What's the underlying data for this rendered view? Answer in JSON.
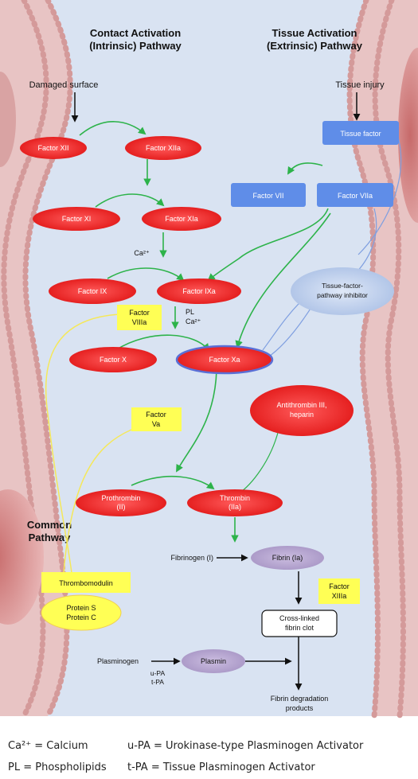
{
  "headers": {
    "intrinsic_line1": "Contact Activation",
    "intrinsic_line2": "(Intrinsic) Pathway",
    "extrinsic_line1": "Tissue Activation",
    "extrinsic_line2": "(Extrinsic) Pathway",
    "common_line1": "Common",
    "common_line2": "Pathway"
  },
  "triggers": {
    "damaged_surface": "Damaged surface",
    "tissue_injury": "Tissue injury"
  },
  "factors": {
    "xii": "Factor XII",
    "xiia": "Factor XIIa",
    "xi": "Factor XI",
    "xia": "Factor XIa",
    "ix": "Factor IX",
    "ixa": "Factor IXa",
    "x": "Factor X",
    "xa": "Factor Xa",
    "viii_line1": "Factor",
    "viii_line2": "VIIIa",
    "va_line1": "Factor",
    "va_line2": "Va",
    "tissue_factor": "Tissue factor",
    "vii": "Factor VII",
    "viia": "Factor VIIa",
    "tfpi_line1": "Tissue-factor-",
    "tfpi_line2": "pathway inhibitor",
    "antithrombin_line1": "Antithrombin III,",
    "antithrombin_line2": "heparin",
    "prothrombin_line1": "Prothrombin",
    "prothrombin_line2": "(II)",
    "thrombin_line1": "Thrombin",
    "thrombin_line2": "(IIa)",
    "fibrinogen": "Fibrinogen (I)",
    "fibrin": "Fibrin (Ia)",
    "xiiia_line1": "Factor",
    "xiiia_line2": "XIIIa",
    "crosslinked_line1": "Cross-linked",
    "crosslinked_line2": "fibrin clot",
    "thrombomodulin": "Thrombomodulin",
    "protein_s": "Protein S",
    "protein_c": "Protein C",
    "plasminogen": "Plasminogen",
    "upa": "u-PA",
    "tpa": "t-PA",
    "plasmin": "Plasmin",
    "fdp_line1": "Fibrin degradation",
    "fdp_line2": "products"
  },
  "cofactor_labels": {
    "ca_1": "Ca²⁺",
    "pl": "PL",
    "ca_2": "Ca²⁺"
  },
  "legend": {
    "ca": "Ca²⁺ = Calcium",
    "upa": "u-PA = Urokinase-type Plasminogen Activator",
    "pl": "PL = Phospholipids",
    "tpa": "t-PA = Tissue Plasminogen Activator"
  },
  "colors": {
    "background": "#d9e3f2",
    "membrane": "#d49a9a",
    "factor_red": "#f22b2b",
    "factor_blue": "#5f8de8",
    "cofactor_yellow": "#ffff55",
    "fibrin_purple": "#b8a8d0",
    "arrow_green": "#2db34a"
  }
}
